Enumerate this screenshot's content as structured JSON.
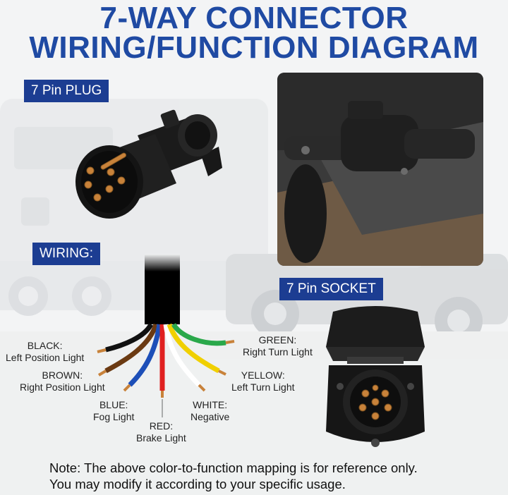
{
  "title": {
    "line1": "7-WAY CONNECTOR",
    "line2": "WIRING/FUNCTION DIAGRAM"
  },
  "tags": {
    "plug": "7 Pin PLUG",
    "wiring": "WIRING:",
    "socket": "7 Pin SOCKET"
  },
  "wires": [
    {
      "color_name": "BLACK",
      "function": "Left Position Light",
      "hex": "#111111"
    },
    {
      "color_name": "BROWN",
      "function": "Right Position Light",
      "hex": "#6b3a12"
    },
    {
      "color_name": "BLUE",
      "function": "Fog Light",
      "hex": "#1d4fb8"
    },
    {
      "color_name": "RED",
      "function": "Brake Light",
      "hex": "#e02020"
    },
    {
      "color_name": "WHITE",
      "function": "Negative",
      "hex": "#ffffff"
    },
    {
      "color_name": "YELLOW",
      "function": "Left Turn Light",
      "hex": "#f0d000"
    },
    {
      "color_name": "GREEN",
      "function": "Right Turn Light",
      "hex": "#2aa84a"
    }
  ],
  "note": {
    "line1": "Note: The above color-to-function mapping is for reference only.",
    "line2": "You may modify it according to your specific usage."
  },
  "colors": {
    "title_blue": "#1f4aa3",
    "tag_blue": "#1c3d92",
    "copper": "#c8823a"
  }
}
